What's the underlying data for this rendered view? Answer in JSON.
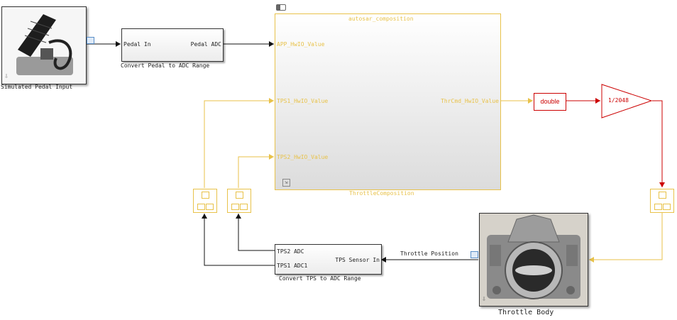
{
  "blocks": {
    "pedal": {
      "caption": "Simulated Pedal Input"
    },
    "convert_pedal": {
      "caption": "Convert Pedal to ADC Range",
      "in_port": "Pedal In",
      "out_port": "Pedal ADC"
    },
    "composition": {
      "title": "autosar_composition",
      "caption": "ThrottleComposition",
      "inputs": [
        "APP_HwIO_Value",
        "TPS1_HwIO_Value",
        "TPS2_HwIO_Value"
      ],
      "output": "ThrCmd_HwIO_Value"
    },
    "double_convert": {
      "label": "double"
    },
    "gain": {
      "label": "1/2048"
    },
    "convert_tps": {
      "caption": "Convert TPS to ADC Range",
      "in_port": "TPS Sensor In",
      "out_ports": [
        "TPS2 ADC",
        "TPS1 ADC1"
      ]
    },
    "throttle": {
      "caption": "Throttle Body",
      "signal_label": "Throttle Position"
    }
  },
  "colors": {
    "signal_black": "#111111",
    "signal_autosar": "#e8c24a",
    "signal_double": "#cc0000"
  },
  "icons": [
    "scope-icon",
    "subsystem-link-icon",
    "expand-icon",
    "down-arrow-icon"
  ]
}
